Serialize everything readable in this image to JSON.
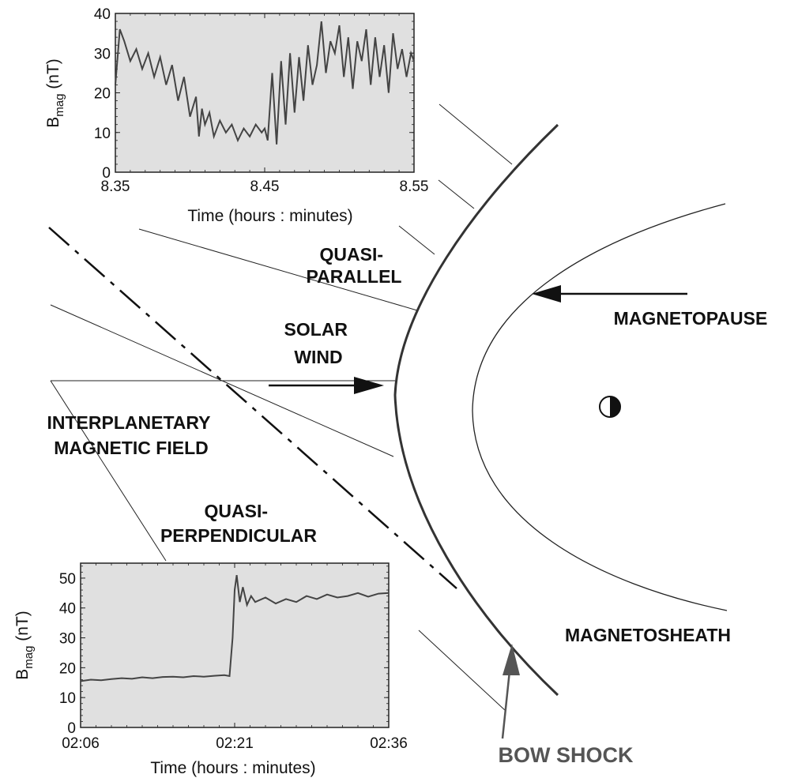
{
  "labels": {
    "quasi_parallel": [
      "QUASI-",
      "PARALLEL"
    ],
    "solar_wind": [
      "SOLAR",
      "WIND"
    ],
    "imf": [
      "INTERPLANETARY",
      "MAGNETIC FIELD"
    ],
    "quasi_perpendicular": [
      "QUASI-",
      "PERPENDICULAR"
    ],
    "magnetopause": "MAGNETOPAUSE",
    "magnetosheath": "MAGNETOSHEATH",
    "bow_shock": "BOW SHOCK"
  },
  "chart_data": [
    {
      "type": "line",
      "xlabel": "Time (hours : minutes)",
      "ylabel_main": "B",
      "ylabel_sub": "mag",
      "ylabel_unit": " (nT)",
      "xlim": [
        0,
        20
      ],
      "ylim": [
        0,
        40
      ],
      "xticks": [
        {
          "v": 0,
          "label": "8.35"
        },
        {
          "v": 10,
          "label": "8.45"
        },
        {
          "v": 20,
          "label": "8.55"
        }
      ],
      "yticks": [
        0,
        10,
        20,
        30,
        40
      ],
      "series": [
        {
          "x": [
            0,
            0.3,
            0.6,
            1,
            1.4,
            1.8,
            2.2,
            2.6,
            3,
            3.4,
            3.8,
            4.2,
            4.6,
            5,
            5.4,
            5.6,
            5.8,
            6,
            6.3,
            6.6,
            7,
            7.4,
            7.8,
            8.2,
            8.6,
            9,
            9.4,
            9.8,
            10,
            10.2,
            10.5,
            10.8,
            11.1,
            11.4,
            11.7,
            12,
            12.3,
            12.6,
            12.9,
            13.2,
            13.5,
            13.8,
            14.1,
            14.4,
            14.7,
            15,
            15.3,
            15.6,
            15.9,
            16.2,
            16.5,
            16.8,
            17.1,
            17.4,
            17.7,
            18,
            18.3,
            18.6,
            18.9,
            19.2,
            19.5,
            19.8,
            20
          ],
          "y": [
            22,
            36,
            33,
            28,
            31,
            26,
            30,
            24,
            29,
            22,
            27,
            18,
            24,
            14,
            19,
            9,
            16,
            12,
            15,
            9,
            13,
            10,
            12,
            8,
            11,
            9,
            12,
            10,
            11,
            8,
            25,
            7,
            28,
            12,
            30,
            15,
            29,
            18,
            32,
            22,
            27,
            38,
            25,
            33,
            30,
            37,
            24,
            34,
            21,
            33,
            28,
            36,
            22,
            34,
            24,
            32,
            20,
            35,
            26,
            31,
            24,
            30,
            28
          ]
        }
      ]
    },
    {
      "type": "line",
      "xlabel": "Time (hours : minutes)",
      "ylabel_main": "B",
      "ylabel_sub": "mag",
      "ylabel_unit": " (nT)",
      "xlim": [
        0,
        30
      ],
      "ylim": [
        0,
        55
      ],
      "xticks": [
        {
          "v": 0,
          "label": "02:06"
        },
        {
          "v": 15,
          "label": "02:21"
        },
        {
          "v": 30,
          "label": "02:36"
        }
      ],
      "yticks": [
        0,
        10,
        20,
        30,
        40,
        50
      ],
      "series": [
        {
          "x": [
            0,
            1,
            2,
            3,
            4,
            5,
            6,
            7,
            8,
            9,
            10,
            11,
            12,
            13,
            14,
            14.5,
            14.8,
            15.0,
            15.2,
            15.5,
            15.8,
            16.2,
            16.6,
            17,
            18,
            19,
            20,
            21,
            22,
            23,
            24,
            25,
            26,
            27,
            28,
            29,
            30
          ],
          "y": [
            15.5,
            16,
            15.8,
            16.2,
            16.5,
            16.3,
            16.8,
            16.5,
            16.9,
            17,
            16.8,
            17.2,
            17,
            17.3,
            17.5,
            17.2,
            30,
            46,
            51,
            42,
            47,
            41,
            44,
            42,
            43.5,
            41.5,
            43,
            42,
            44,
            43,
            44.5,
            43.5,
            44,
            45,
            43.8,
            44.8,
            45
          ]
        }
      ]
    }
  ]
}
